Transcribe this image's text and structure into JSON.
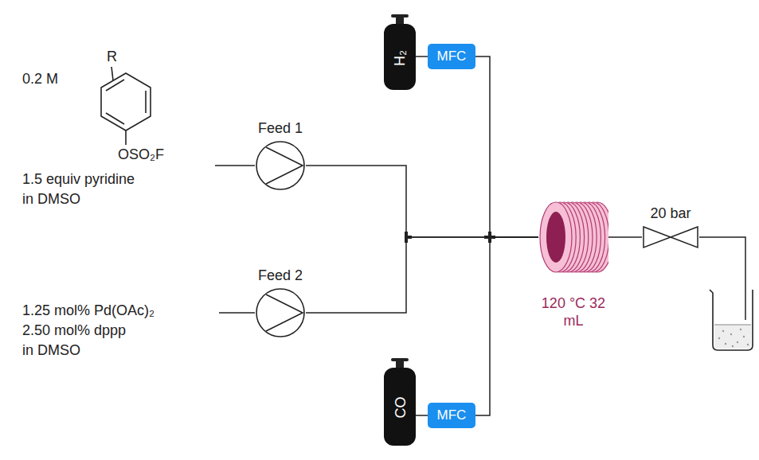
{
  "diagram": {
    "nodes": [
      {
        "text": [
          "H₂"
        ]
      },
      {
        "text": [
          "MFC"
        ]
      },
      {
        "text": [
          "Feed 1"
        ]
      },
      {
        "text": [
          "Feed 2"
        ]
      },
      {
        "text": [
          "CO"
        ]
      },
      {
        "text": [
          "MFC"
        ]
      },
      {
        "text": [
          "120 °C 32 mL"
        ]
      },
      {
        "text": [
          "20 bar"
        ]
      }
    ],
    "edges": [
      {
        "from": 0,
        "to": 1,
        "arrow": "none"
      },
      {
        "from": 1,
        "to": 6,
        "arrow": "none"
      },
      {
        "from": 2,
        "to": 6,
        "arrow": "none"
      },
      {
        "from": 3,
        "to": 6,
        "arrow": "none"
      },
      {
        "from": 4,
        "to": 5,
        "arrow": "none"
      },
      {
        "from": 5,
        "to": 6,
        "arrow": "none"
      },
      {
        "from": 6,
        "to": 7,
        "arrow": "none"
      }
    ],
    "labels": [
      "R",
      "0.2 M",
      "OSO₂F",
      "1.5 equiv pyridine",
      "in DMSO",
      "1.25 mol% Pd(OAc)₂",
      "2.50 mol% dppp",
      "in DMSO"
    ]
  }
}
